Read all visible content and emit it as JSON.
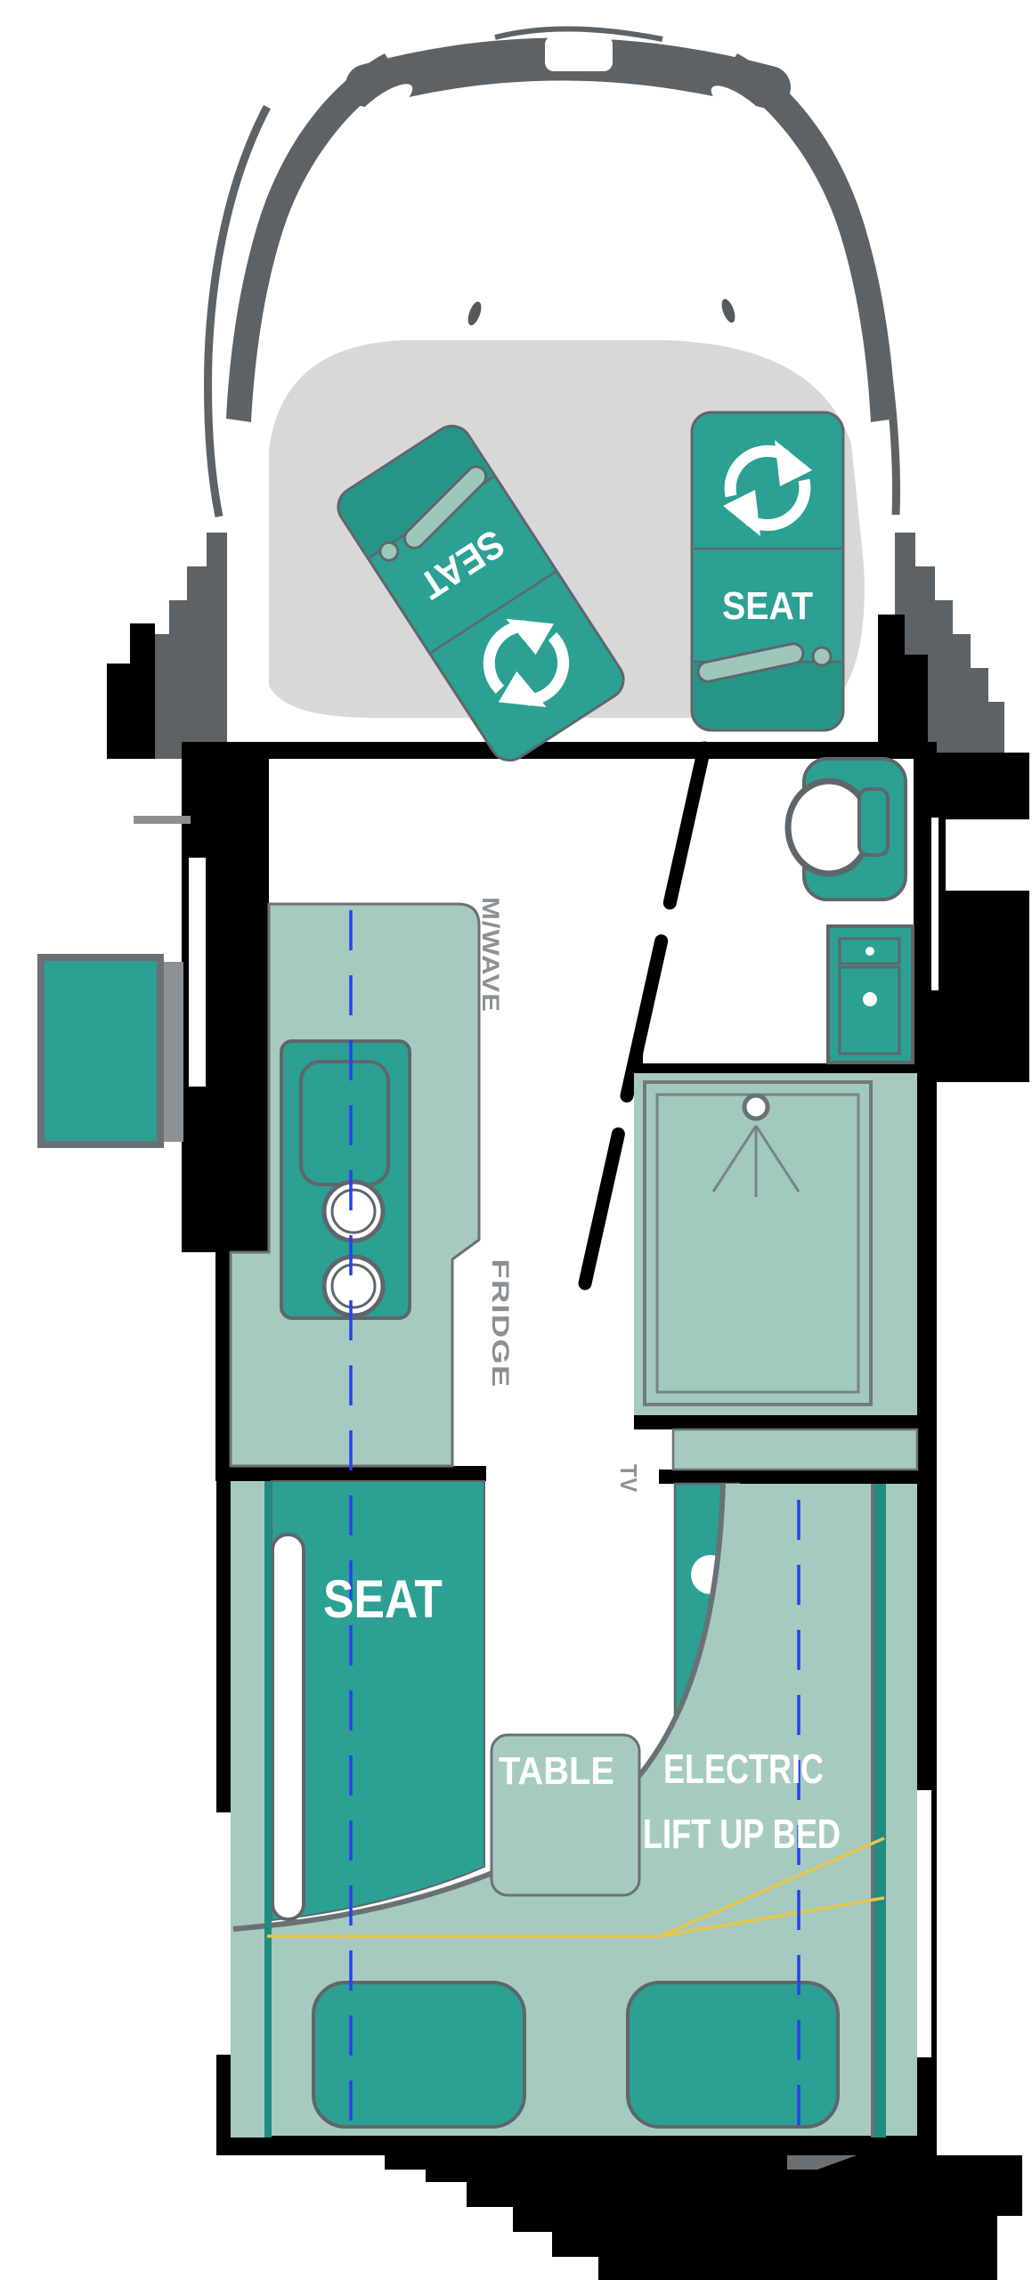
{
  "diagram": {
    "type": "campervan-floorplan-top-view",
    "labels": {
      "cab_seat_left": "SEAT",
      "cab_seat_right": "SEAT",
      "microwave": "M/WAVE",
      "fridge": "FRIDGE",
      "tv": "TV",
      "lounge_seat": "SEAT",
      "table": "TABLE",
      "bed_line1": "ELECTRIC",
      "bed_line2": "LIFT UP BED"
    },
    "icons": [
      "rotate-arrows-icon",
      "shower-head-icon"
    ],
    "colors": {
      "furniture_teal": "#2ba093",
      "surface_sage": "#a6cabf",
      "dark_teal_edge": "#1f8c80",
      "outline_gray": "#5f666b",
      "vehicle_gray": "#5d6266",
      "windshield_gray": "#d8d8d8",
      "label_gray": "#8b9094",
      "wall_black": "#000000",
      "centerline_blue": "#2543ea",
      "bed_strap_yellow": "#e4c84d",
      "background": "#ffffff"
    }
  }
}
